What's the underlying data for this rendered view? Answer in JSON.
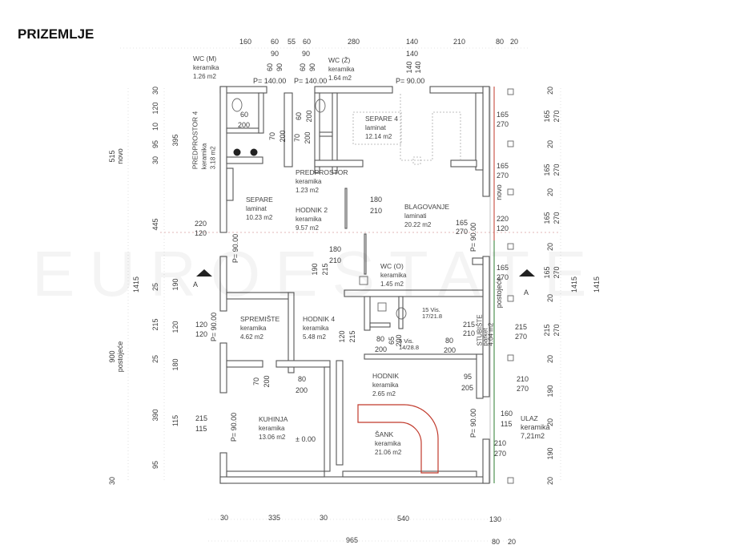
{
  "title": "PRIZEMLJE",
  "watermark": "EUROESTATE",
  "section_marker": "A",
  "level": "± 0.00",
  "rooms": {
    "wc_m": {
      "name": "WC (M)",
      "floor": "keramika",
      "area": "1.26 m2"
    },
    "wc_z": {
      "name": "WC (Ž)",
      "floor": "keramika",
      "area": "1.64 m2"
    },
    "predprostor4": {
      "name": "PREDPROSTOR 4",
      "floor": "keramika",
      "area": "3.18 m2"
    },
    "separe4": {
      "name": "SEPARE 4",
      "floor": "laminat",
      "area": "12.14 m2"
    },
    "predprostor": {
      "name": "PREDPROSTOR",
      "floor": "keramika",
      "area": "1.23 m2"
    },
    "separe": {
      "name": "SEPARE",
      "floor": "laminat",
      "area": "10.23 m2"
    },
    "hodnik2": {
      "name": "HODNIK 2",
      "floor": "keramika",
      "area": "9.57 m2"
    },
    "blagovanje": {
      "name": "BLAGOVANJE",
      "floor": "laminati",
      "area": "20.22 m2"
    },
    "wc_o": {
      "name": "WC (O)",
      "floor": "keramika",
      "area": "1.45 m2"
    },
    "spremiste": {
      "name": "SPREMIŠTE",
      "floor": "keramika",
      "area": "4.62 m2"
    },
    "hodnik4": {
      "name": "HODNIK 4",
      "floor": "keramika",
      "area": "5.48 m2"
    },
    "hodnik": {
      "name": "HODNIK",
      "floor": "keramika",
      "area": "2.65 m2"
    },
    "kuhinja": {
      "name": "KUHINJA",
      "floor": "keramika",
      "area": "13.06 m2"
    },
    "sank": {
      "name": "ŠANK",
      "floor": "keramika",
      "area": "21.06 m2"
    },
    "ulaz": {
      "name": "ULAZ",
      "floor": "keramika",
      "area": "7,21m2"
    },
    "stubiste": {
      "name": "STUBIŠTE",
      "floor": "parket",
      "area": "4.04 m2"
    }
  },
  "notes": {
    "novo": "novo",
    "postojece": "postojeće"
  },
  "stairs": {
    "s1": "15 Vis.",
    "s1b": "17/21.8",
    "s2": "5 Vis.",
    "s2b": "14/28.8"
  },
  "parapets": {
    "p140": "P= 140.00",
    "p90": "P= 90.00"
  },
  "dims": {
    "top": [
      "160",
      "60",
      "55",
      "60",
      "280",
      "140",
      "210",
      "80",
      "20",
      "90",
      "90",
      "140"
    ],
    "top_rot": [
      "60",
      "90",
      "60",
      "90",
      "140",
      "140"
    ],
    "bottom": [
      "30",
      "335",
      "30",
      "540",
      "130",
      "965",
      "80",
      "20"
    ],
    "left": [
      "515",
      "1415",
      "900",
      "30",
      "120",
      "10",
      "95",
      "30",
      "445",
      "25",
      "215",
      "25",
      "390",
      "95",
      "30",
      "395",
      "190",
      "180",
      "120",
      "115",
      "220",
      "120",
      "120",
      "120",
      "215",
      "115"
    ],
    "right": [
      "165",
      "270",
      "165",
      "270",
      "220",
      "120",
      "165",
      "270",
      "215",
      "270",
      "210",
      "270",
      "160",
      "115",
      "210",
      "270"
    ],
    "right_col": [
      "20",
      "165",
      "270",
      "20",
      "165",
      "270",
      "20",
      "165",
      "270",
      "20",
      "165",
      "270",
      "20",
      "215",
      "270",
      "20",
      "190",
      "20",
      "190",
      "20",
      "1415",
      "1415"
    ],
    "interior": [
      "60",
      "200",
      "60",
      "200",
      "70",
      "200",
      "70",
      "200",
      "180",
      "210",
      "165",
      "270",
      "180",
      "210",
      "190",
      "215",
      "120",
      "215",
      "80",
      "200",
      "65",
      "200",
      "215",
      "210",
      "80",
      "200",
      "70",
      "200",
      "80",
      "200",
      "95",
      "205"
    ]
  }
}
